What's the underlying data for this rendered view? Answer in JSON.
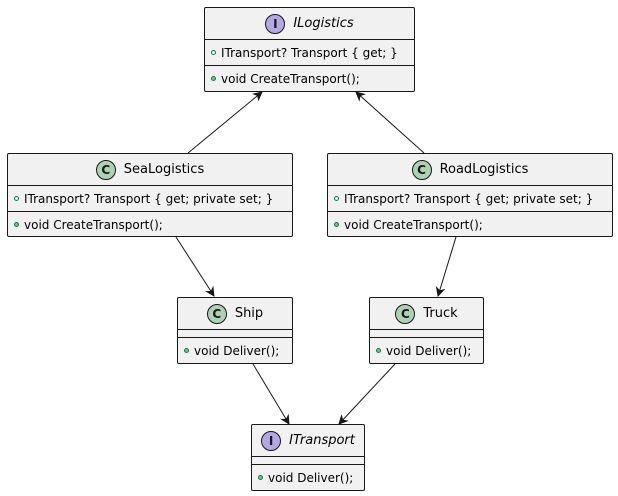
{
  "diagram": {
    "type": "uml-class-diagram",
    "nodes": {
      "ilogistics": {
        "stereotype": "I",
        "name": "ILogistics",
        "fields": [
          "ITransport? Transport { get; }"
        ],
        "methods": [
          "void CreateTransport();"
        ]
      },
      "sealogistics": {
        "stereotype": "C",
        "name": "SeaLogistics",
        "fields": [
          "ITransport? Transport { get; private set; }"
        ],
        "methods": [
          "void CreateTransport();"
        ]
      },
      "roadlogistics": {
        "stereotype": "C",
        "name": "RoadLogistics",
        "fields": [
          "ITransport? Transport { get; private set; }"
        ],
        "methods": [
          "void CreateTransport();"
        ]
      },
      "ship": {
        "stereotype": "C",
        "name": "Ship",
        "fields": [],
        "methods": [
          "void Deliver();"
        ]
      },
      "truck": {
        "stereotype": "C",
        "name": "Truck",
        "fields": [],
        "methods": [
          "void Deliver();"
        ]
      },
      "itransport": {
        "stereotype": "I",
        "name": "ITransport",
        "fields": [],
        "methods": [
          "void Deliver();"
        ]
      }
    },
    "edges": [
      {
        "from": "sealogistics",
        "to": "ilogistics"
      },
      {
        "from": "roadlogistics",
        "to": "ilogistics"
      },
      {
        "from": "sealogistics",
        "to": "ship"
      },
      {
        "from": "roadlogistics",
        "to": "truck"
      },
      {
        "from": "ship",
        "to": "itransport"
      },
      {
        "from": "truck",
        "to": "itransport"
      }
    ],
    "colors": {
      "class_fill": "#f1f1f1",
      "border": "#181818",
      "class_badge": "#add1b2",
      "interface_badge": "#b4a7e5",
      "member_dot": "#84be84"
    }
  }
}
